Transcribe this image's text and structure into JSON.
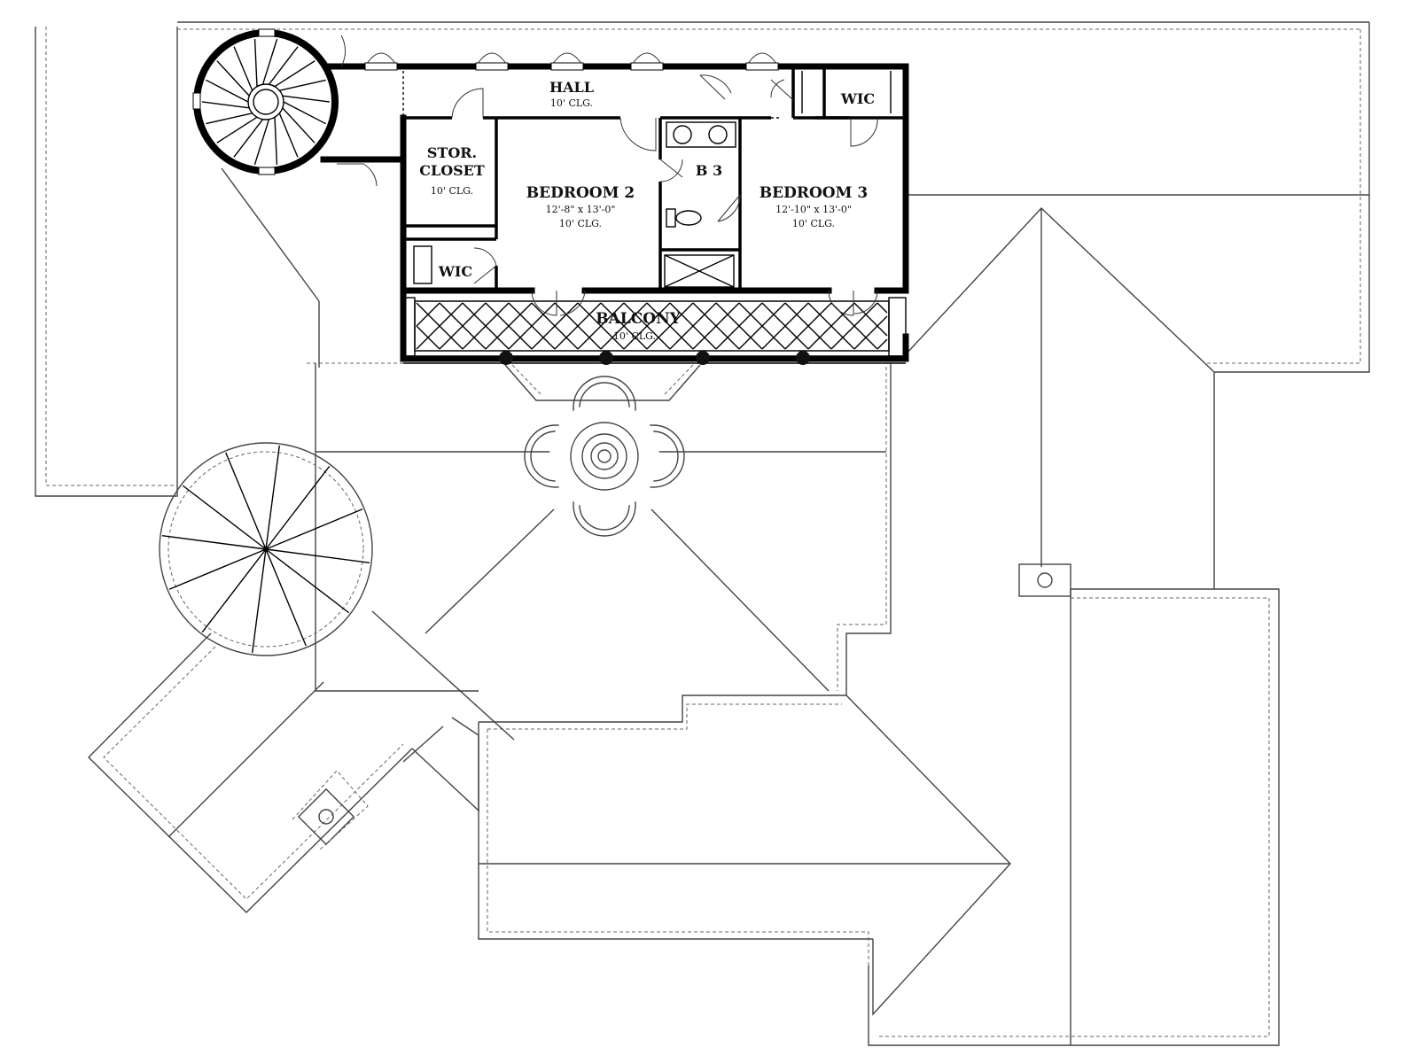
{
  "rooms": {
    "hall": {
      "name": "HALL",
      "ceiling": "10' CLG."
    },
    "stor_closet": {
      "name_line1": "STOR.",
      "name_line2": "CLOSET",
      "ceiling": "10' CLG."
    },
    "bedroom2": {
      "name": "BEDROOM 2",
      "size": "12'-8\" x 13'-0\"",
      "ceiling": "10' CLG."
    },
    "bath3": {
      "name": "B 3"
    },
    "bedroom3": {
      "name": "BEDROOM 3",
      "size": "12'-10\" x 13'-0\"",
      "ceiling": "10' CLG."
    },
    "wic_left": {
      "name": "WIC"
    },
    "wic_right": {
      "name": "WIC"
    },
    "balcony": {
      "name": "BALCONY",
      "ceiling": "10' CLG."
    }
  },
  "colors": {
    "wall": "#000000",
    "roof_line": "#444444",
    "background": "#ffffff"
  }
}
